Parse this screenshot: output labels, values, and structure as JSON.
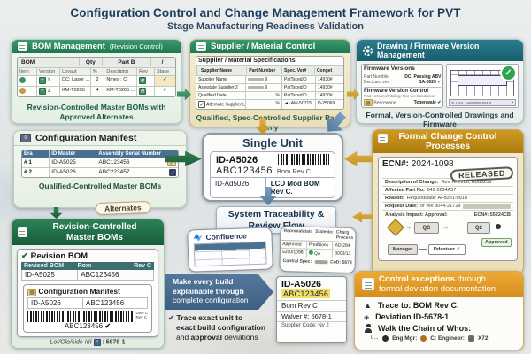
{
  "title": "Configuration Control and Change Management Framework for PVT",
  "subtitle": "Stage Manufacturing Readiness Validation",
  "accent_colors": {
    "green": "#1e7850",
    "teal": "#1f6e7e",
    "gold": "#b8860b",
    "orange": "#df9a25",
    "navy": "#1c3d5c",
    "blue_arrow": "#5d82a4"
  },
  "bom": {
    "header": "BOM Management",
    "header_suffix": "(Revision Control)",
    "group_headers": [
      "BOM",
      "Qty",
      "Part B",
      "/"
    ],
    "cols": [
      "Item",
      "Version",
      "Loyaut",
      "%",
      "Descriptor",
      "Rev",
      "Stace"
    ],
    "rows": [
      [
        "1",
        "DC: Laser ...",
        "2",
        "Nmes : C"
      ],
      [
        "1",
        "KM-T0205",
        "4",
        "KM-T0205 ..."
      ]
    ],
    "caption": "Revision-Controlled Master BOMs with Approved Alternates"
  },
  "supplier": {
    "header": "Supplier / Material Control",
    "table_title": "Supplier / Material Specifications",
    "cols": [
      "Supplier Name",
      "Part Number",
      "Spec. Ver#",
      "Conget"
    ],
    "rows": [
      [
        "Supplier Name",
        "9",
        "PatTsced/D",
        "14930#"
      ],
      [
        "Astestate Supplier 2",
        "9",
        "PatTsced/D",
        "14930#"
      ],
      [
        "Qualified Date",
        "%",
        "PatTsced/D",
        "14930#"
      ],
      [
        "Alternate Supplier List",
        "%",
        "AW-50715",
        "D-25069"
      ]
    ],
    "caption": "Qualified, Spec-Controlled Supplier Parts Only"
  },
  "drawing": {
    "header": "Drawing / Firmware Version Management",
    "fw_title": "Firmware Versions",
    "field1_label": "Part Numble:",
    "field1_value": "DC: Passing ABV",
    "field2_label": "Dec/card.ver",
    "field2_value": "BA-5025",
    "fvc_title": "Firmware Version Control",
    "fvc_note": "Rad Helsans/Intaling: Rat ver.Sandalesa",
    "checkbox_label": "Beerewane",
    "checkbox_value": "Tegenwale",
    "dropdown_value": "F. Uso: VeW#09/304.0",
    "caption_bold": "Formal,",
    "caption_rest": "Version-Controlled Drawings and Firmware"
  },
  "manifest": {
    "header": "Configuration Manifest",
    "cols": [
      "Era",
      "ID Master",
      "Assembly Serial Number"
    ],
    "rows": [
      [
        "# 1",
        "ID-A5025",
        "ABC123456"
      ],
      [
        "# 2",
        "ID-A5026",
        "ABC223457"
      ]
    ],
    "caption": "Qualified-Controlled Master BOMs",
    "badge": "Alternates"
  },
  "single_unit": {
    "title": "Single Unit",
    "id": "ID-A5026",
    "serial": "ABC123456",
    "rev_note": "Bom Rev C.",
    "row_id": "ID-Ad5026",
    "row_desc": "LCD Mod BOM Rev C."
  },
  "ecn": {
    "header_line1": "Formal Change Control",
    "header_line2": "Processes",
    "ecn_label": "ECN#:",
    "ecn_number": "2024-1098",
    "stamp": "RELEASED",
    "fields": [
      [
        "Description of Change:",
        "Rev. AFe286; ABd3258"
      ],
      [
        "Affected Part No.",
        "642 2234A57"
      ],
      [
        "Reason:",
        "RequestDate: AFd381-0918"
      ],
      [
        "Request Date:",
        "or We 3044-21729"
      ]
    ],
    "flow_label_left": "Analysis Impact: Approval:",
    "flow_label_right": "ECN#: 55224CB",
    "node_qc": "QC",
    "node_q2": "Q2",
    "node_manager": "Manager",
    "node_review": "Ddantuer",
    "approved_label": "Approved"
  },
  "traceability": {
    "title_line1": "System Traceability &",
    "title_line2": "Review Flow",
    "confluence_label": "Confluence",
    "review_cols": [
      "Reonmalataio",
      "StateNo:",
      "Charg Process"
    ],
    "review_rows": [
      [
        "Approved",
        "Preditions",
        "AD-284"
      ],
      [
        "5200/1098",
        "QA",
        "3003/13"
      ]
    ],
    "footer_label": "Contral Spec:",
    "footer_value": "CoD: 5678"
  },
  "revision_panel": {
    "header_line1": "Revision-Controlled",
    "header_line2": "Master BOMs",
    "card_title_check": "Revision BOM",
    "cols": [
      "Revised BOM",
      "Rom",
      "Rev C"
    ],
    "row": [
      "ID-A5025",
      "ABC123456"
    ],
    "manifest_title": "Configuration Manifest",
    "manifest_row": [
      "ID-A5026",
      "ABC123456"
    ],
    "barcode_note1": "Dwe C",
    "barcode_note2": "Rev C",
    "barcode_serial": "ABC123456",
    "footer_label": "Lot/Glo/side IIII",
    "footer_value": ": 5878-1"
  },
  "callout": {
    "line1": "Make every build",
    "line2": "explainable through",
    "line3": "complete configuration",
    "trace_line1": "Trace exact unit to",
    "trace_line2": "exact build configuration",
    "trace_line3": "and approval deviations"
  },
  "unit_card": {
    "id": "ID-A5026",
    "serial": "ABC123456",
    "rev": "Bom Rev C",
    "waiver": "Walver #: 5678-1",
    "supplier_code_label": "Supplier Code:",
    "supplier_code_value": "Nv 2"
  },
  "exceptions": {
    "header_bold": "Control exceptions",
    "header_thin": "through",
    "header_line2": "formal deviation documentation",
    "item1": "Trace to: BOM Rev C.",
    "item2": "Deviation ID-5678-1",
    "item3": "Walk the Chain of Whos:",
    "chain1": "Eng Mgr:",
    "chain2": "C: Engineer:",
    "chain3": "X72"
  }
}
